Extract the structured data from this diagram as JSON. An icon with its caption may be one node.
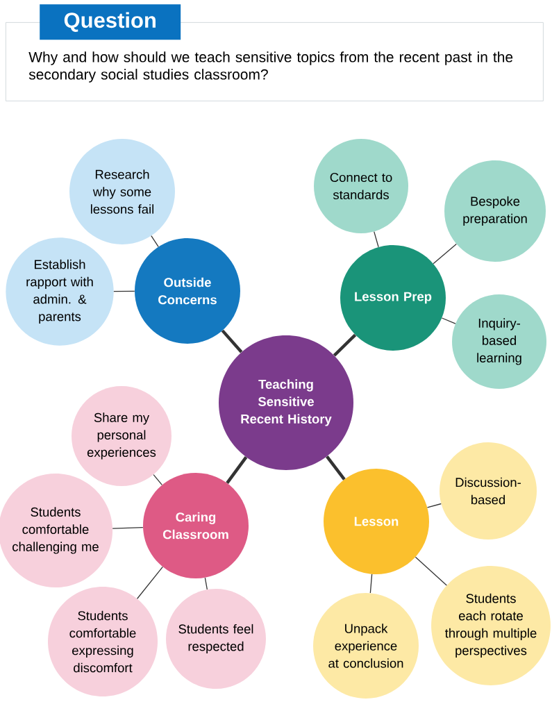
{
  "diagram": {
    "nodes": [
      {
        "text": [
          "Question",
          "Why and how should we teach sensitive topics from the recent past in the secondary social studies classroom?"
        ]
      },
      {
        "text": [
          "Research why some lessons fail"
        ]
      },
      {
        "text": [
          "Connect to standards"
        ]
      },
      {
        "text": [
          "Bespoke preparation"
        ]
      },
      {
        "text": [
          "Establish rapport with admin. & parents"
        ]
      },
      {
        "text": [
          "Outside Concerns"
        ]
      },
      {
        "text": [
          "Lesson Prep"
        ]
      },
      {
        "text": [
          "Inquiry-based learning"
        ]
      },
      {
        "text": [
          "Teaching Sensitive Recent History"
        ]
      },
      {
        "text": [
          "Share my personal experiences"
        ]
      },
      {
        "text": [
          "Caring Classroom"
        ]
      },
      {
        "text": [
          "Lesson"
        ]
      },
      {
        "text": [
          "Discussion-based"
        ]
      },
      {
        "text": [
          "Students comfortable challenging me"
        ]
      },
      {
        "text": [
          "Students comfortable expressing discomfort"
        ]
      },
      {
        "text": [
          "Students feel respected"
        ]
      },
      {
        "text": [
          "Unpack experience at conclusion"
        ]
      },
      {
        "text": [
          "Students each rotate through multiple perspectives"
        ]
      }
    ],
    "edges": [
      {
        "from": 8,
        "to": 5,
        "arrow": "none",
        "style": "thick"
      },
      {
        "from": 8,
        "to": 6,
        "arrow": "none",
        "style": "thick"
      },
      {
        "from": 8,
        "to": 10,
        "arrow": "none",
        "style": "thick"
      },
      {
        "from": 8,
        "to": 11,
        "arrow": "none",
        "style": "thick"
      },
      {
        "from": 5,
        "to": 1,
        "arrow": "none"
      },
      {
        "from": 5,
        "to": 4,
        "arrow": "none"
      },
      {
        "from": 6,
        "to": 2,
        "arrow": "none"
      },
      {
        "from": 6,
        "to": 3,
        "arrow": "none"
      },
      {
        "from": 6,
        "to": 7,
        "arrow": "none"
      },
      {
        "from": 10,
        "to": 9,
        "arrow": "none"
      },
      {
        "from": 10,
        "to": 13,
        "arrow": "none"
      },
      {
        "from": 10,
        "to": 14,
        "arrow": "none"
      },
      {
        "from": 10,
        "to": 15,
        "arrow": "none"
      },
      {
        "from": 11,
        "to": 12,
        "arrow": "none"
      },
      {
        "from": 11,
        "to": 16,
        "arrow": "none"
      },
      {
        "from": 11,
        "to": 17,
        "arrow": "none"
      }
    ]
  }
}
